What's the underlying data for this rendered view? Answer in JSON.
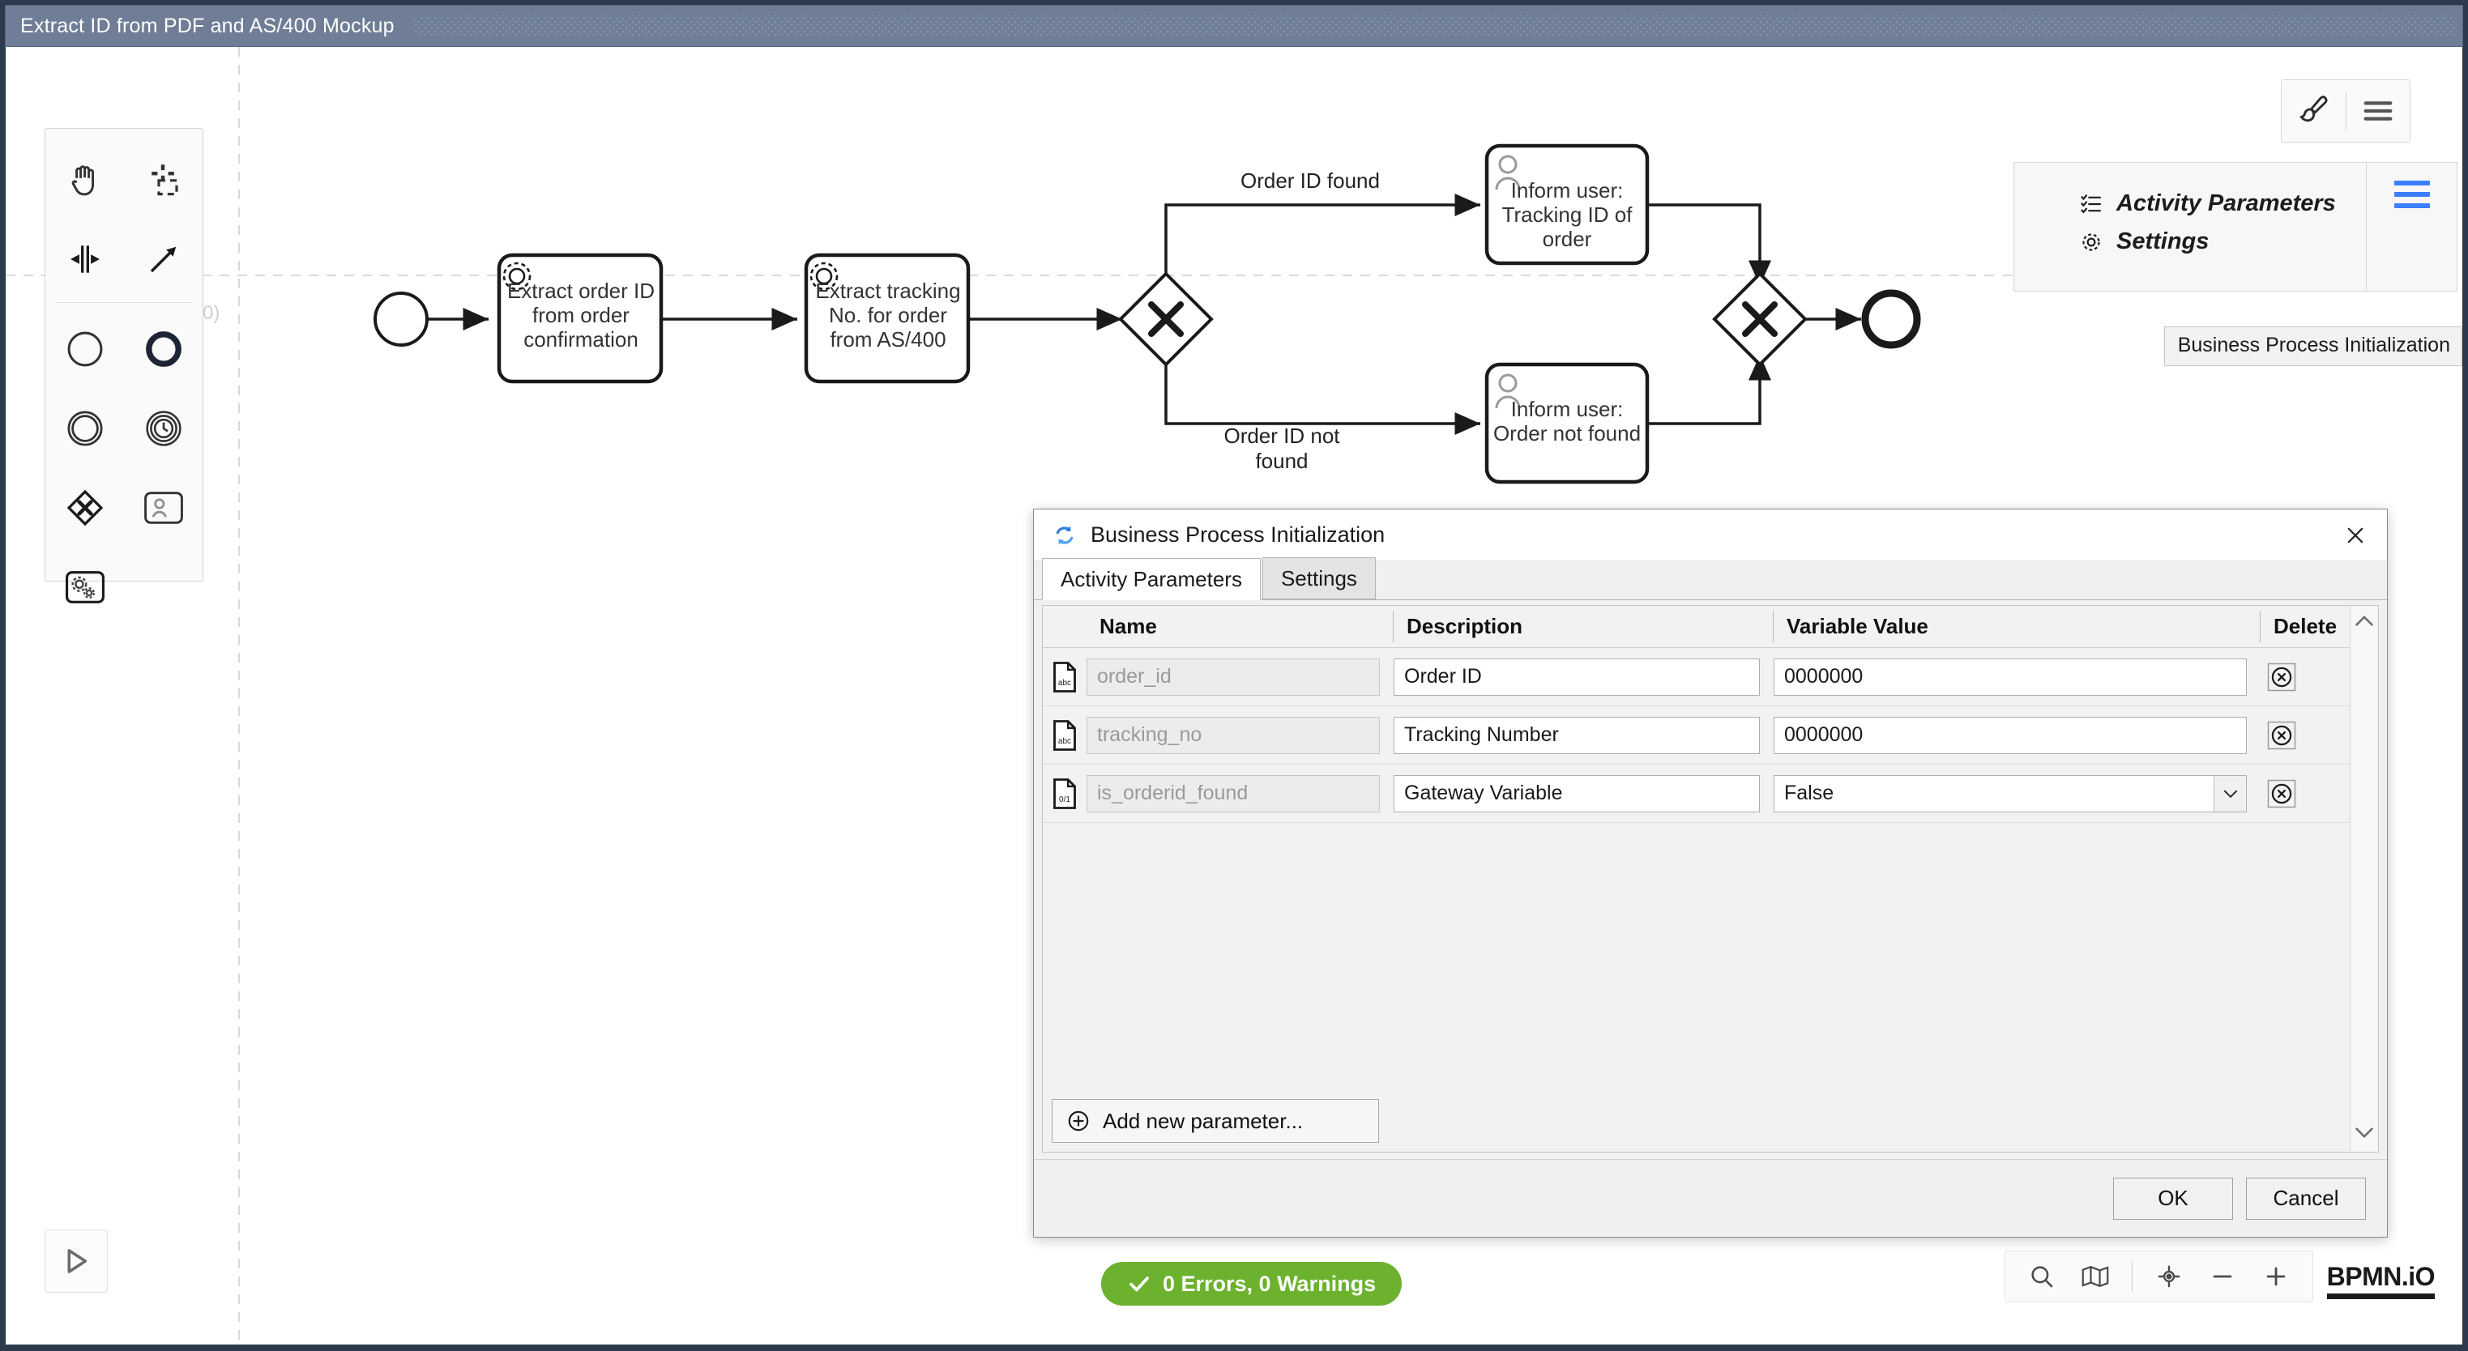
{
  "titlebar": {
    "title": "Extract ID from PDF and AS/400 Mockup"
  },
  "canvas": {
    "origin_label": "0)"
  },
  "palette": {
    "tools": [
      {
        "name": "hand-tool",
        "icon": "hand-icon"
      },
      {
        "name": "lasso-tool",
        "icon": "lasso-select-icon"
      },
      {
        "name": "space-tool",
        "icon": "space-tool-icon"
      },
      {
        "name": "connect-tool",
        "icon": "arrow-connect-icon"
      }
    ],
    "elements": [
      {
        "name": "start-event",
        "icon": "circle-thin-icon"
      },
      {
        "name": "end-event",
        "icon": "circle-thick-icon"
      },
      {
        "name": "intermediate-event",
        "icon": "double-circle-icon"
      },
      {
        "name": "timer-event",
        "icon": "timer-circle-icon"
      },
      {
        "name": "exclusive-gateway",
        "icon": "diamond-icon"
      },
      {
        "name": "user-task",
        "icon": "user-task-icon"
      },
      {
        "name": "service-task",
        "icon": "service-task-gear-icon"
      }
    ]
  },
  "toolbar_right": {
    "paint_button": "paint-brush-icon",
    "menu_button": "hamburger-icon"
  },
  "context_menu": {
    "items": [
      {
        "label": "Activity Parameters",
        "icon": "checklist-icon"
      },
      {
        "label": "Settings",
        "icon": "gear-icon"
      }
    ],
    "menu_icon": "hamburger-blue-icon"
  },
  "tooltip": {
    "text": "Business Process Initialization"
  },
  "diagram": {
    "nodes": [
      {
        "id": "start",
        "type": "start-event",
        "label": ""
      },
      {
        "id": "task1",
        "type": "service-task",
        "label": "Extract order ID from order confirmation"
      },
      {
        "id": "task2",
        "type": "service-task",
        "label": "Extract tracking No. for order from AS/400"
      },
      {
        "id": "gw1",
        "type": "exclusive-gateway",
        "label": ""
      },
      {
        "id": "task3",
        "type": "user-task",
        "label": "Inform user: Tracking ID of order"
      },
      {
        "id": "task4",
        "type": "user-task",
        "label": "Inform user: Order not found"
      },
      {
        "id": "gw2",
        "type": "exclusive-gateway",
        "label": ""
      },
      {
        "id": "end",
        "type": "end-event",
        "label": ""
      }
    ],
    "flow_labels": [
      {
        "id": "flow-yes",
        "text": "Order ID found"
      },
      {
        "id": "flow-no",
        "text": "Order ID not found"
      }
    ]
  },
  "status": {
    "icon": "check-icon",
    "text": "0 Errors, 0 Warnings"
  },
  "zoom_controls": {
    "search": "search-icon",
    "minimap": "map-icon",
    "reset": "crosshair-icon",
    "zoom_out": "minus-icon",
    "zoom_in": "plus-icon"
  },
  "logo": {
    "text": "BPMN.iO"
  },
  "play": {
    "icon": "play-icon"
  },
  "dialog": {
    "title": "Business Process Initialization",
    "title_icon": "refresh-arrows-icon",
    "close_icon": "close-icon",
    "tabs": [
      {
        "label": "Activity Parameters",
        "active": true
      },
      {
        "label": "Settings",
        "active": false
      }
    ],
    "columns": [
      "Name",
      "Description",
      "Variable Value",
      "Delete"
    ],
    "rows": [
      {
        "type_icon": "string-variable-icon",
        "name": "order_id",
        "description": "Order ID",
        "value": "0000000",
        "value_kind": "text",
        "delete_icon": "delete-circle-icon"
      },
      {
        "type_icon": "string-variable-icon",
        "name": "tracking_no",
        "description": "Tracking Number",
        "value": "0000000",
        "value_kind": "text",
        "delete_icon": "delete-circle-icon"
      },
      {
        "type_icon": "boolean-variable-icon",
        "name": "is_orderid_found",
        "description": "Gateway Variable",
        "value": "False",
        "value_kind": "select",
        "delete_icon": "delete-circle-icon"
      }
    ],
    "add_button": {
      "label": "Add new parameter...",
      "icon": "plus-circle-icon"
    },
    "ok_label": "OK",
    "cancel_label": "Cancel"
  }
}
